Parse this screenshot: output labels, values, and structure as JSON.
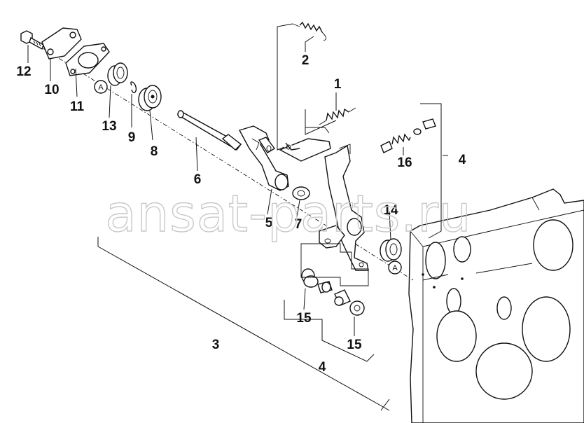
{
  "diagram": {
    "watermark": "ansat-parts.ru",
    "callouts": {
      "c1": "1",
      "c2": "2",
      "c3": "3",
      "c4a": "4",
      "c4b": "4",
      "c5": "5",
      "c6": "6",
      "c7": "7",
      "c8": "8",
      "c9": "9",
      "c10": "10",
      "c11": "11",
      "c12": "12",
      "c13": "13",
      "c14": "14",
      "c15a": "15",
      "c15b": "15",
      "c16": "16"
    },
    "reference_marks": {
      "a1": "A",
      "a2": "A"
    }
  }
}
